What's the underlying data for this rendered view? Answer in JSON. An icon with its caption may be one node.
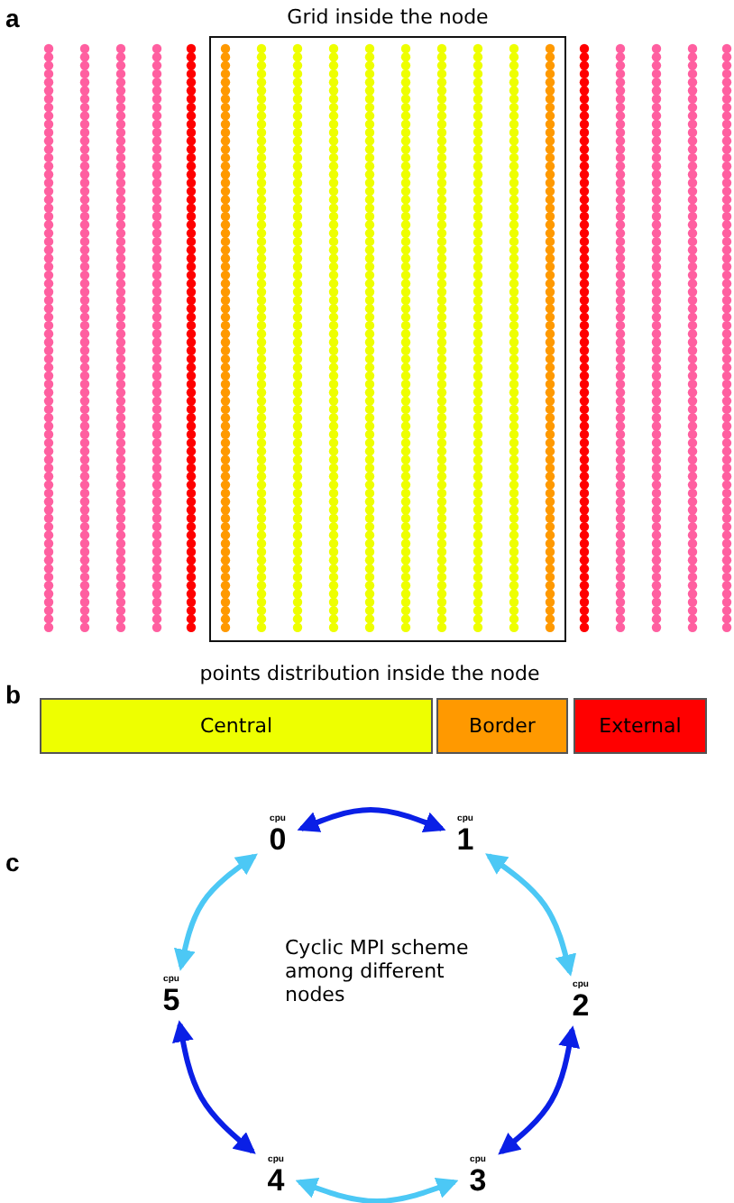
{
  "diagram": {
    "nodes": [
      {
        "text": [
          "Grid inside the node"
        ]
      },
      {
        "text": [
          "Central"
        ]
      },
      {
        "text": [
          "Border"
        ]
      },
      {
        "text": [
          "External"
        ]
      },
      {
        "text": [
          "cpu",
          "0"
        ]
      },
      {
        "text": [
          "cpu",
          "1"
        ]
      },
      {
        "text": [
          "cpu",
          "2"
        ]
      },
      {
        "text": [
          "cpu",
          "3"
        ]
      },
      {
        "text": [
          "cpu",
          "4"
        ]
      },
      {
        "text": [
          "cpu",
          "5"
        ]
      }
    ],
    "edges": [
      {
        "from": 4,
        "to": 5,
        "arrow": "both",
        "color": "#0a1fe6"
      },
      {
        "from": 5,
        "to": 6,
        "arrow": "both",
        "color": "#4cc8f5"
      },
      {
        "from": 6,
        "to": 7,
        "arrow": "both",
        "color": "#0a1fe6"
      },
      {
        "from": 7,
        "to": 8,
        "arrow": "both",
        "color": "#4cc8f5"
      },
      {
        "from": 8,
        "to": 9,
        "arrow": "both",
        "color": "#0a1fe6"
      },
      {
        "from": 9,
        "to": 4,
        "arrow": "both",
        "color": "#4cc8f5"
      }
    ],
    "labels": [
      "a",
      "b",
      "points distribution inside the node",
      "c",
      "Cyclic MPI scheme among different nodes"
    ]
  }
}
